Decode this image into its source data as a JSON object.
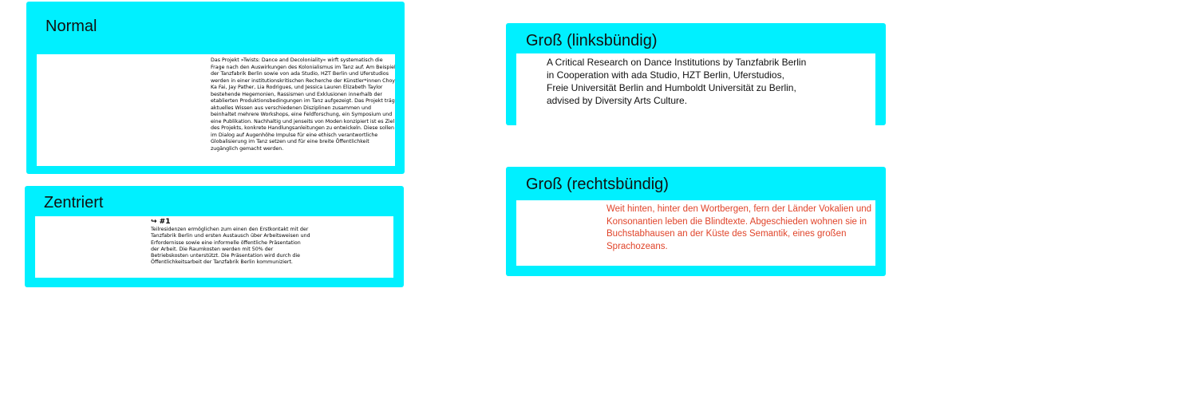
{
  "colors": {
    "card_background": "#00f0ff",
    "panel_background": "#ffffff",
    "accent_text": "#e0442a"
  },
  "cards": {
    "normal": {
      "title": "Normal",
      "text": "Das Projekt »Twists: Dance and Decoloniality« wirft systematisch die Frage nach den Auswirkungen des Kolonialismus im Tanz auf. Am Beispiel der Tanzfabrik Berlin sowie von ada Studio, HZT Berlin und Uferstudios werden in einer institutionskritischen Recherche der Künstler*innen Choy Ka Fai, Jay Pather, Lia Rodrigues, und Jessica Lauren Elizabeth Taylor bestehende Hegemonien, Rassismen und Exklusionen innerhalb der etablierten Produktionsbedingungen im Tanz aufgezeigt. Das Projekt trägt aktuelles Wissen aus verschiedenen Disziplinen zusammen und beinhaltet mehrere Workshops, eine Feldforschung, ein Symposium und eine Publikation. Nachhaltig und jenseits von Moden konzipiert ist es Ziel des Projekts, konkrete Handlungsanleitungen zu entwickeln. Diese sollen im Dialog auf Augenhöhe Impulse für eine ethisch verantwortliche Globalisierung im Tanz setzen und für eine breite Öffentlichkeit zugänglich gemacht werden."
    },
    "zentriert": {
      "title": "Zentriert",
      "heading": "↪ #1",
      "text": "Teilresidenzen ermöglichen zum einen den Erstkontakt mit der Tanzfabrik Berlin und ersten Austausch über Arbeitsweisen und Erfordernisse sowie eine informelle öffentliche Präsentation der Arbeit. Die Raumkosten werden mit 50% der Betriebskosten unterstützt. Die Präsentation wird durch die Öffentlichkeitsarbeit der Tanzfabrik Berlin kommuniziert."
    },
    "gross_links": {
      "title": "Groß (linksbündig)",
      "lines": [
        "A Critical Research on Dance Institutions by Tanzfabrik Berlin",
        "in Cooperation with ada Studio, HZT Berlin,  Uferstudios,",
        "Freie Universität Berlin and Humboldt Universität zu Berlin,",
        "advised by Diversity Arts Culture."
      ]
    },
    "gross_rechts": {
      "title": "Groß (rechtsbündig)",
      "text": "Weit hinten, hinter den Wortbergen, fern der Länder Vokalien und Konsonantien leben die Blindtexte. Abgeschieden wohnen sie in Buchstabhausen an der Küste des Semantik, eines großen Sprachozeans."
    }
  }
}
